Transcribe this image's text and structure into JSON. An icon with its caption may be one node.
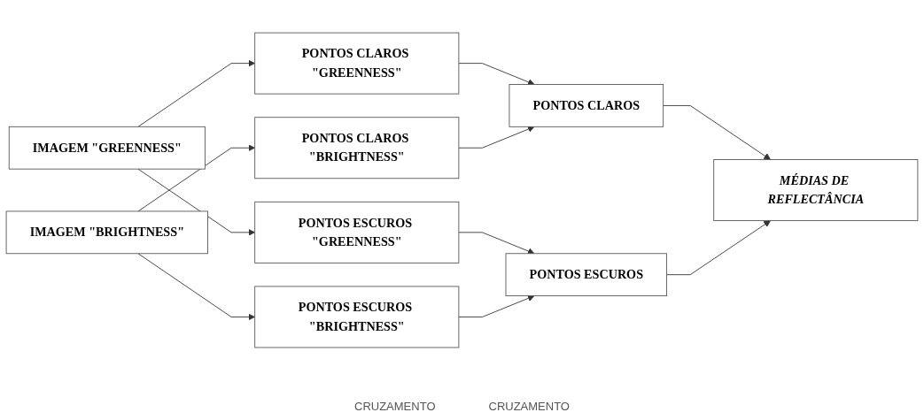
{
  "diagram": {
    "nodes": [
      {
        "text": [
          "IMAGEM \"GREENNESS\""
        ]
      },
      {
        "text": [
          "PONTOS CLAROS \"GREENNESS\""
        ]
      },
      {
        "text": [
          "PONTOS ESCUROS \"GREENNESS\""
        ]
      },
      {
        "text": [
          "IMAGEM \"BRIGHTNESS\""
        ]
      },
      {
        "text": [
          "PONTOS CLAROS \"BRIGHTNESS\""
        ]
      },
      {
        "text": [
          "PONTOS ESCUROS \"BRIGHTNESS\""
        ]
      },
      {
        "text": [
          "PONTOS CLAROS"
        ]
      },
      {
        "text": [
          "PONTOS ESCUROS"
        ]
      },
      {
        "text": [
          "MÉDIAS DE REFLECTÂNCIA"
        ]
      }
    ],
    "edges": [
      {
        "from": 0,
        "to": 1,
        "arrow": "to"
      },
      {
        "from": 0,
        "to": 2,
        "arrow": "to"
      },
      {
        "from": 1,
        "to": 6,
        "arrow": "to"
      },
      {
        "from": 2,
        "to": 7,
        "arrow": "to"
      },
      {
        "from": 3,
        "to": 4,
        "arrow": "to"
      },
      {
        "from": 3,
        "to": 5,
        "arrow": "to"
      },
      {
        "from": 4,
        "to": 6,
        "arrow": "to"
      },
      {
        "from": 5,
        "to": 7,
        "arrow": "to"
      },
      {
        "from": 6,
        "to": 8,
        "arrow": "to"
      },
      {
        "from": 7,
        "to": 8,
        "arrow": "to"
      }
    ],
    "labels": [
      "CRUZAMENTO",
      "CRUZAMENTO"
    ]
  }
}
